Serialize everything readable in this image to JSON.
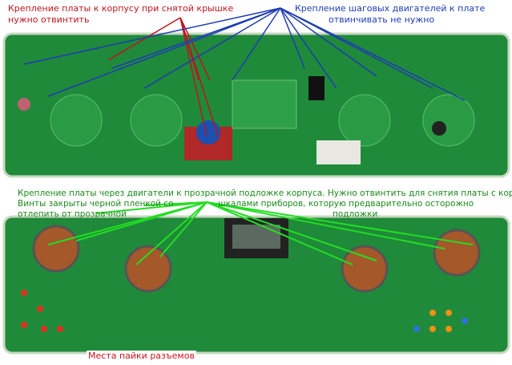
{
  "annotations": {
    "red_title": "Крепление платы к корпусу при снятой крышке",
    "red_subtitle": "нужно отвинтить",
    "blue_title": "Крепление шаговых двигателей к плате",
    "blue_subtitle": "отвинчивать не нужно",
    "green_line1": "Крепление платы через двигатели к прозрачной подложке корпуса. Нужно отвинтить для снятия платы с корпуса.",
    "green_line2a": "Винты закрыты черной пленкой со",
    "green_line2b": "шкалами приборов,  которую предварительно осторожно",
    "green_line3a": "отлепить от прозрачной",
    "green_line3b": "подложки",
    "bottom_label": "Места пайки разъемов"
  },
  "colors": {
    "red": "#c0141e",
    "blue": "#1e3cb4",
    "green": "#22dd22",
    "pcb": "#1f8a3a"
  }
}
